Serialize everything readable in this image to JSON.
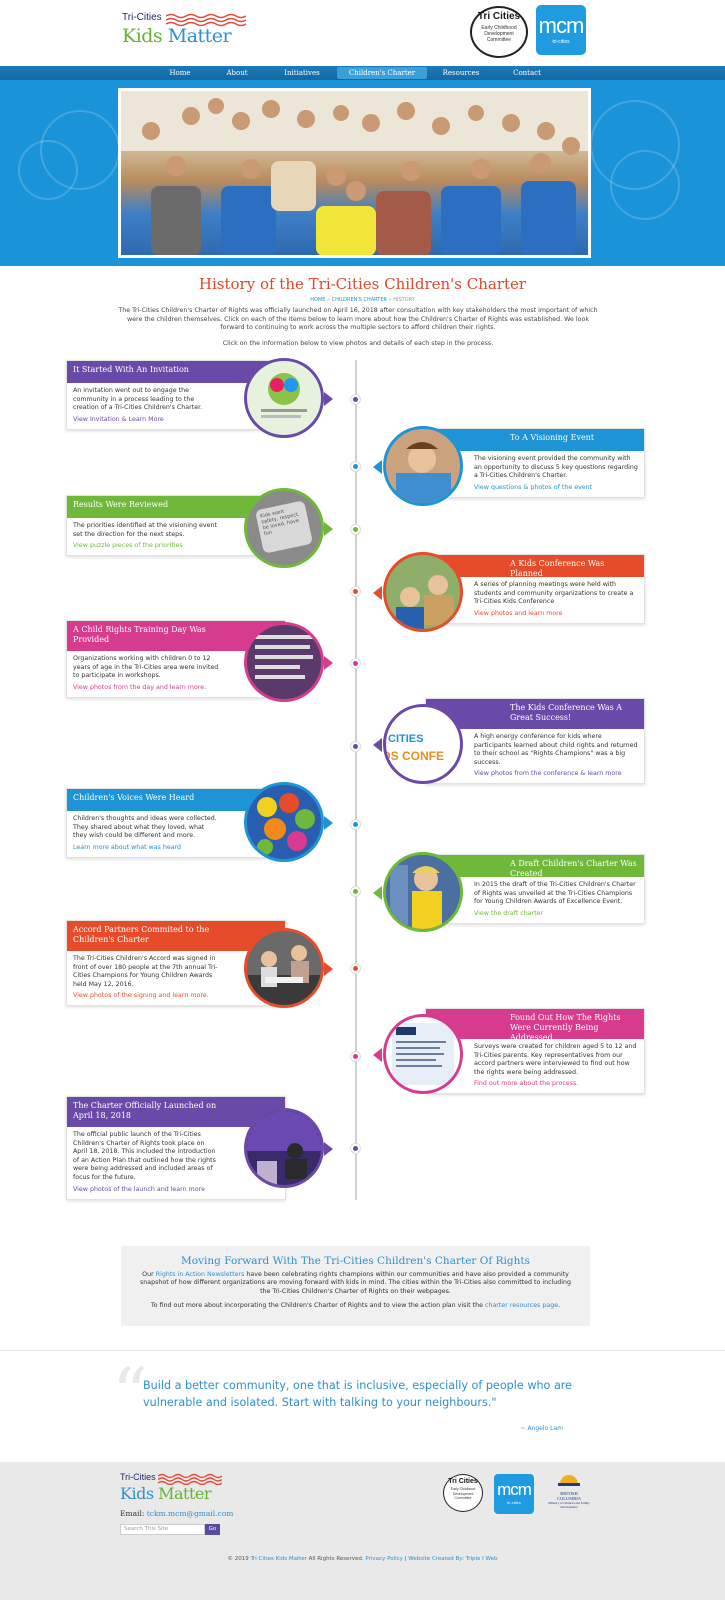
{
  "header": {
    "logo_top": "Tri-Cities",
    "logo_kids": "Kids",
    "logo_matter": "Matter",
    "ecd_title": "Tri Cities",
    "ecd_sub": "Early Childhood Development Committee",
    "mcm_mark": "mcm",
    "mcm_sub": "tri-cities"
  },
  "nav": [
    "Home",
    "About",
    "Initiatives",
    "Children's Charter",
    "Resources",
    "Contact"
  ],
  "page_title": "History of the Tri-Cities Children's Charter",
  "breadcrumb": {
    "home": "HOME",
    "sep": "»",
    "section": "CHILDREN'S CHARTER",
    "current": "HISTORY"
  },
  "intro": "The Tri-Cities Children's Charter of Rights was officially launched on April 16, 2018 after consultation with key stakeholders the most important of which were the children themselves. Click on each of the items below to learn more about how the Children's Charter of Rights was established. We look forward to continuing to work across the multiple sectors to afford children their rights.",
  "intro2": "Click on the information below to view photos and details of each step in the process.",
  "timeline": [
    {
      "title": "It Started With An Invitation",
      "body": "An invitation went out to engage the community in a process leading to the creation of a Tri-Cities Children's Charter.",
      "link": "View Invitation & Learn More",
      "color": "#6a4aa8"
    },
    {
      "title": "To A Visioning Event",
      "body": "The visioning event provided the community with an opportunity to discuss 5 key questions regarding a Tri-Cities Children's Charter.",
      "link": "View questions & photos of the event",
      "color": "#1e93d6"
    },
    {
      "title": "Results Were Reviewed",
      "body": "The priorities identified at the visioning event set the direction for the next steps.",
      "link": "View puzzle pieces of the priorities",
      "color": "#6fb83a"
    },
    {
      "title": "A Kids Conference Was Planned",
      "body": "A series of planning meetings were held with students and community organizations to create a Tri-Cities Kids Conference",
      "link": "View photos and learn more",
      "color": "#e74c2a"
    },
    {
      "title": "A Child Rights Training Day Was Provided",
      "body": "Organizations working with children 0 to 12 years of age in the Tri-Cities area were invited to participate in workshops.",
      "link": "View photos from the day and learn more.",
      "color": "#d63b8e"
    },
    {
      "title": "The Kids Conference Was A Great Success!",
      "body": "A high energy conference for kids where participants learned about child rights and returned to their school as \"Rights Champions\" was a big success.",
      "link": "View photos from the conference & learn more",
      "color": "#6a4aa8"
    },
    {
      "title": "Children's Voices Were Heard",
      "body": "Children's thoughts and ideas were collected. They shared about what they loved, what they wish could be different and more.",
      "link": "Learn more about what was heard",
      "color": "#1e93d6"
    },
    {
      "title": "A Draft Children's Charter Was Created",
      "body": "In 2015 the draft of the Tri-Cities Children's Charter of Rights was unveiled at the Tri-Cities Champions for Young Children Awards of Excellence Event.",
      "link": "View the draft charter",
      "color": "#6fb83a"
    },
    {
      "title": "Accord Partners Commited to the Children's Charter",
      "body": "The Tri-Cities Children's Accord was signed in front of over 180 people at the 7th annual Tri-Cities Champions for Young Children Awards held May 12, 2016.",
      "link": "View photos of the signing and learn more.",
      "color": "#e74c2a"
    },
    {
      "title": "Found Out How The Rights Were Currently Being Addressed",
      "body": "Surveys were created for children aged 5 to 12 and Tri-Cities parents. Key representatives from our accord partners were interviewed to find out how the rights were being addressed.",
      "link": "Find out more about the process.",
      "color": "#d63b8e"
    },
    {
      "title": "The Charter Officially Launched on April 18, 2018",
      "body": "The official public launch of the Tri-Cities Children's Charter of Rights took place on April 18, 2018. This included the introduction of an Action Plan that outlined how the rights were being addressed and included areas of focus for the future.",
      "link": "View photos of the launch and learn more",
      "color": "#6a4aa8"
    }
  ],
  "circle_texts": {
    "puzzle": "Kids want safety, respect, be loved, have fun",
    "conf": "CITIES",
    "conf2": "DS CONFE"
  },
  "moving_forward": {
    "title": "Moving Forward With The Tri-Cities Children's Charter Of Rights",
    "p1_a": "Our",
    "p1_link": "Rights in Action Newsletters",
    "p1_b": "have been celebrating rights champions within our communities and have also provided a community snapshot of how different organizations are moving forward with kids in mind. The cities within the Tri-Cities also committed to including the Tri-Cities Children's Charter of Rights on their webpages.",
    "p2_a": "To find out more about incorporating the Children's Charter of Rights and to view the action plan visit the",
    "p2_link": "charter resources page",
    "p2_b": "."
  },
  "quote": {
    "text": "Build a better community, one that is inclusive, especially of people who are vulnerable and isolated. Start with talking to your neighbours.\"",
    "author": "~ Angelo Lam"
  },
  "footer": {
    "email_label": "Email:",
    "email": "tckm.mcm@gmail.com",
    "search_placeholder": "Search This Site",
    "go": "Go",
    "bc": "BRITISH COLUMBIA",
    "bc_sub": "Ministry of Children and Family Development",
    "copy_a": "© 2019",
    "copy_link": "Tri Cities Kids Matter",
    "copy_b": "All Rights Reserved.",
    "privacy": "Privacy Policy",
    "sep": "|",
    "credit": "Website Created By: Triple I Web"
  }
}
